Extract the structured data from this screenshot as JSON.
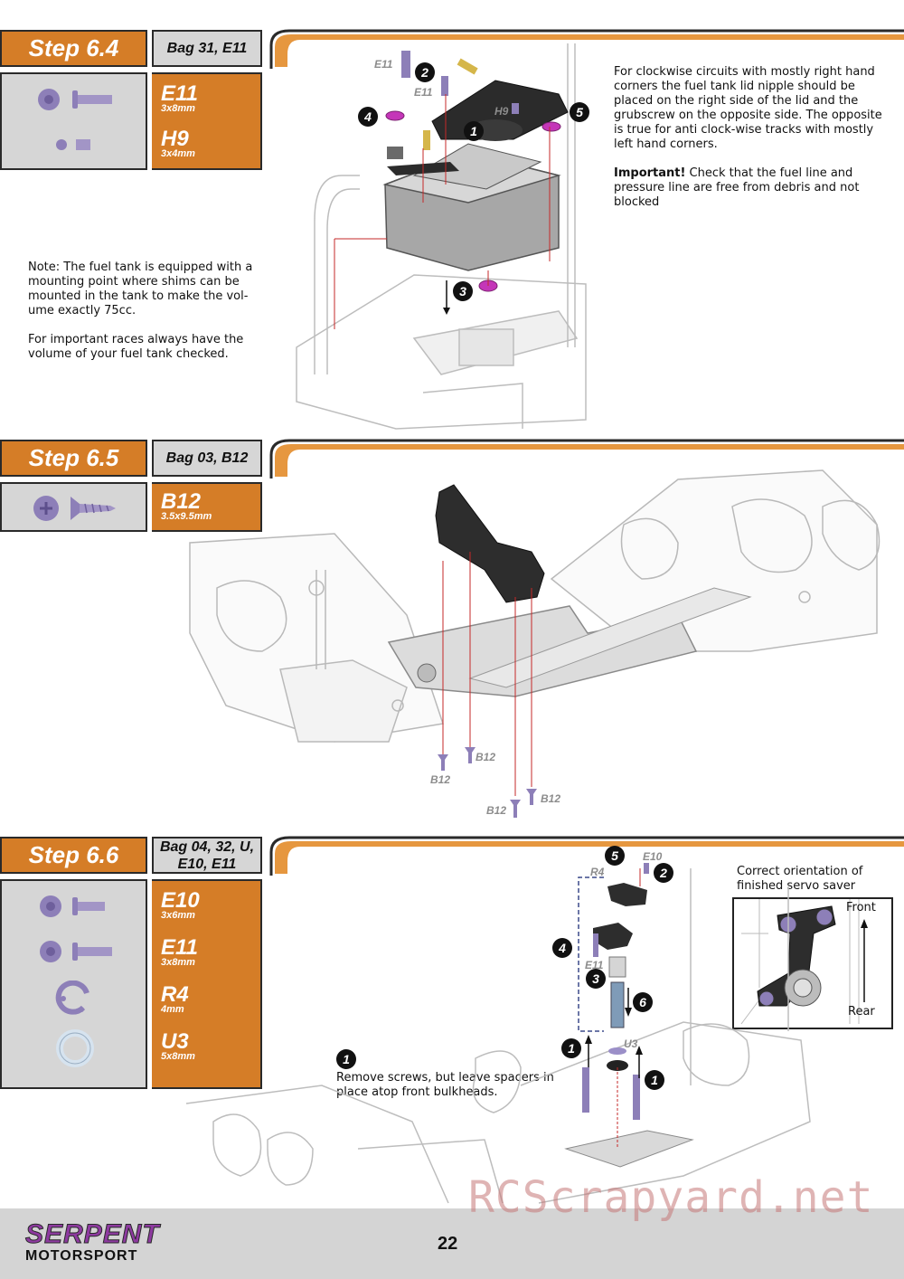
{
  "steps": [
    {
      "step": "Step 6.4",
      "bag": "Bag 31, E11",
      "parts": [
        {
          "code": "E11",
          "size": "3x8mm",
          "icon": "button-head-screw-icon"
        },
        {
          "code": "H9",
          "size": "3x4mm",
          "icon": "grub-screw-icon"
        }
      ],
      "note_left": "Note: The fuel tank is equipped with a mounting point where shims can be mounted in the tank to make the vol-ume exactly 75cc.",
      "note_left_2": "For important races always have the volume of your fuel tank checked.",
      "note_right": "For clockwise circuits with mostly right hand corners the fuel tank lid nipple should be placed on the right side of the lid and the grubscrew on the opposite side. The opposite is true for anti clock-wise tracks with mostly left hand corners.",
      "important_label": "Important!",
      "important_text": " Check that the fuel line and pressure line are free from debris and not blocked",
      "callouts": [
        "1",
        "2",
        "3",
        "4",
        "5"
      ],
      "part_labels": [
        "E11",
        "E11",
        "H9"
      ]
    },
    {
      "step": "Step 6.5",
      "bag": "Bag 03, B12",
      "parts": [
        {
          "code": "B12",
          "size": "3.5x9.5mm",
          "icon": "countersunk-self-tapping-screw-icon"
        }
      ],
      "part_labels": [
        "B12",
        "B12",
        "B12",
        "B12"
      ]
    },
    {
      "step": "Step 6.6",
      "bag": "Bag 04, 32, U, E10, E11",
      "parts": [
        {
          "code": "E10",
          "size": "3x6mm",
          "icon": "button-head-screw-icon"
        },
        {
          "code": "E11",
          "size": "3x8mm",
          "icon": "button-head-screw-icon"
        },
        {
          "code": "R4",
          "size": "4mm",
          "icon": "e-clip-icon"
        },
        {
          "code": "U3",
          "size": "5x8mm",
          "icon": "washer-icon"
        }
      ],
      "note_text": "Remove screws, but leave spacers in place atop front bulkheads.",
      "inset_title": "Correct orientation of finished servo saver",
      "inset_front": "Front",
      "inset_rear": "Rear",
      "callouts": [
        "1",
        "1",
        "1",
        "2",
        "3",
        "4",
        "5",
        "6"
      ],
      "part_labels": [
        "R4",
        "E10",
        "E11",
        "U3"
      ]
    }
  ],
  "footer": {
    "brand_line1": "SERPENT",
    "brand_line2": "MOTORSPORT",
    "page_number": "22",
    "watermark": "RCScrapyard.net"
  },
  "colors": {
    "orange": "#d57d27",
    "orange_light": "#e6973f",
    "gray": "#d6d6d6",
    "screw_purple": "#8d7fb8",
    "washer_magenta": "#c436b8",
    "brand_purple": "#8e3aa0"
  }
}
